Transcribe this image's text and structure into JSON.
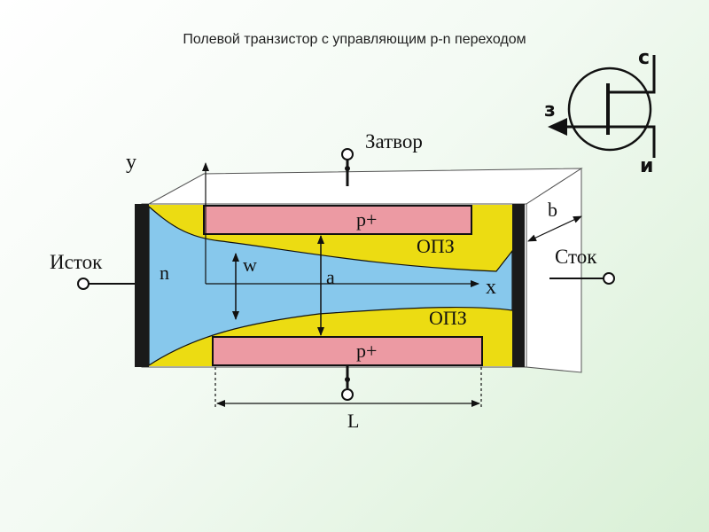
{
  "title": "Полевой транзистор с управляющим p-n переходом",
  "labels": {
    "gate": "Затвор",
    "source": "Исток",
    "drain": "Сток",
    "y_axis": "y",
    "x_axis": "x",
    "n_region": "n",
    "p_top": "p+",
    "p_bottom": "p+",
    "scr_top": "ОПЗ",
    "scr_bottom": "ОПЗ",
    "width_w": "w",
    "thickness_a": "a",
    "depth_b": "b",
    "length_L": "L"
  },
  "symbol": {
    "drain": "с",
    "gate": "з",
    "source": "и"
  },
  "colors": {
    "channel": "#87c8ec",
    "depletion": "#ecdc12",
    "p_region": "#ec9aa3",
    "contact": "#1a1a1a",
    "background_end": "#d9f0d6"
  }
}
